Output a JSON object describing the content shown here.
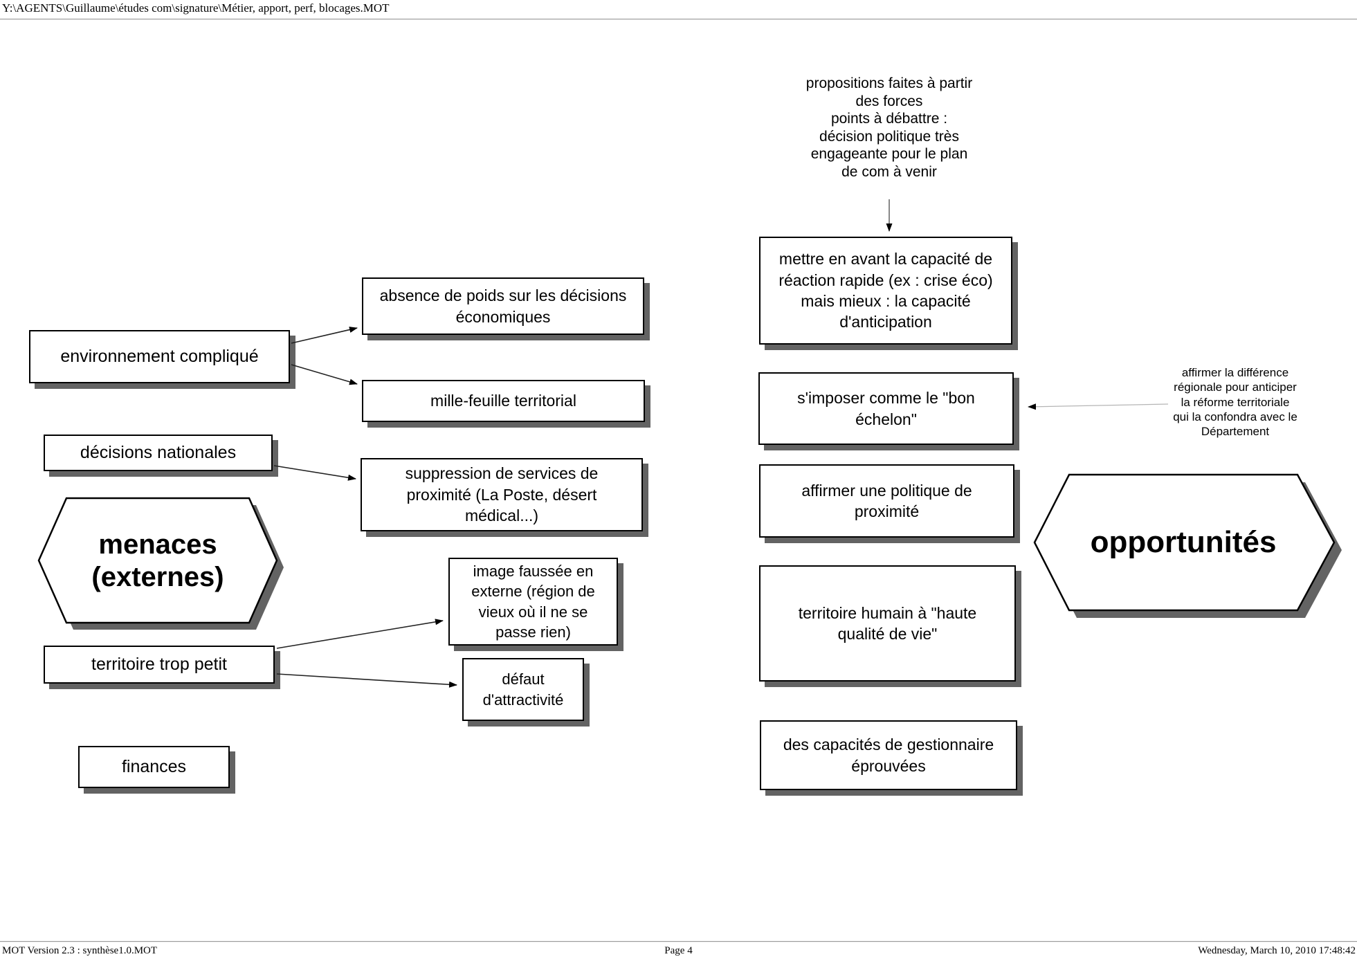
{
  "window": {
    "title_path": "Y:\\AGENTS\\Guillaume\\études com\\signature\\Métier, apport, perf, blocages.MOT"
  },
  "statusbar": {
    "version": "MOT Version 2.3 : synthèse1.0.MOT",
    "page": "Page 4",
    "datetime": "Wednesday, March 10, 2010 17:48:42"
  },
  "colors": {
    "node_shadow": "#636363",
    "node_border": "#000000",
    "annotation_line": "#b5b5b5"
  },
  "threats_section": {
    "hexagon_label": "menaces\n(externes)",
    "nodes": {
      "environnement": "environnement compliqué",
      "absence_poids": "absence de poids sur les décisions\néconomiques",
      "mille_feuille": "mille-feuille territorial",
      "decisions_nationales": "décisions nationales",
      "suppression_services": "suppression de services de\nproximité (La Poste, désert\nmédical...)",
      "image_faussee": "image faussée en\nexterne (région de\nvieux où il ne se\npasse rien)",
      "territoire_petit": "territoire trop petit",
      "defaut_attractivite": "défaut\nd'attractivité",
      "finances": "finances"
    }
  },
  "opportunities_section": {
    "hexagon_label": "opportunités",
    "note_top": "propositions faites à partir\ndes forces\npoints à débattre :\ndécision politique très\nengageante pour le plan\nde com à venir",
    "note_right": "affirmer la différence\nrégionale pour anticiper\nla réforme territoriale\nqui la confondra avec le\nDépartement",
    "nodes": {
      "capacite_reaction": "mettre en avant la capacité de\nréaction rapide (ex : crise éco)\nmais mieux : la capacité\nd'anticipation",
      "bon_echelon": "s'imposer comme le \"bon\néchelon\"",
      "politique_proximite": "affirmer une politique de\nproximité",
      "haute_qualite_vie": "territoire humain à \"haute\nqualité de vie\"",
      "capacites_gestionnaire": "des capacités de gestionnaire\néprouvées"
    }
  }
}
